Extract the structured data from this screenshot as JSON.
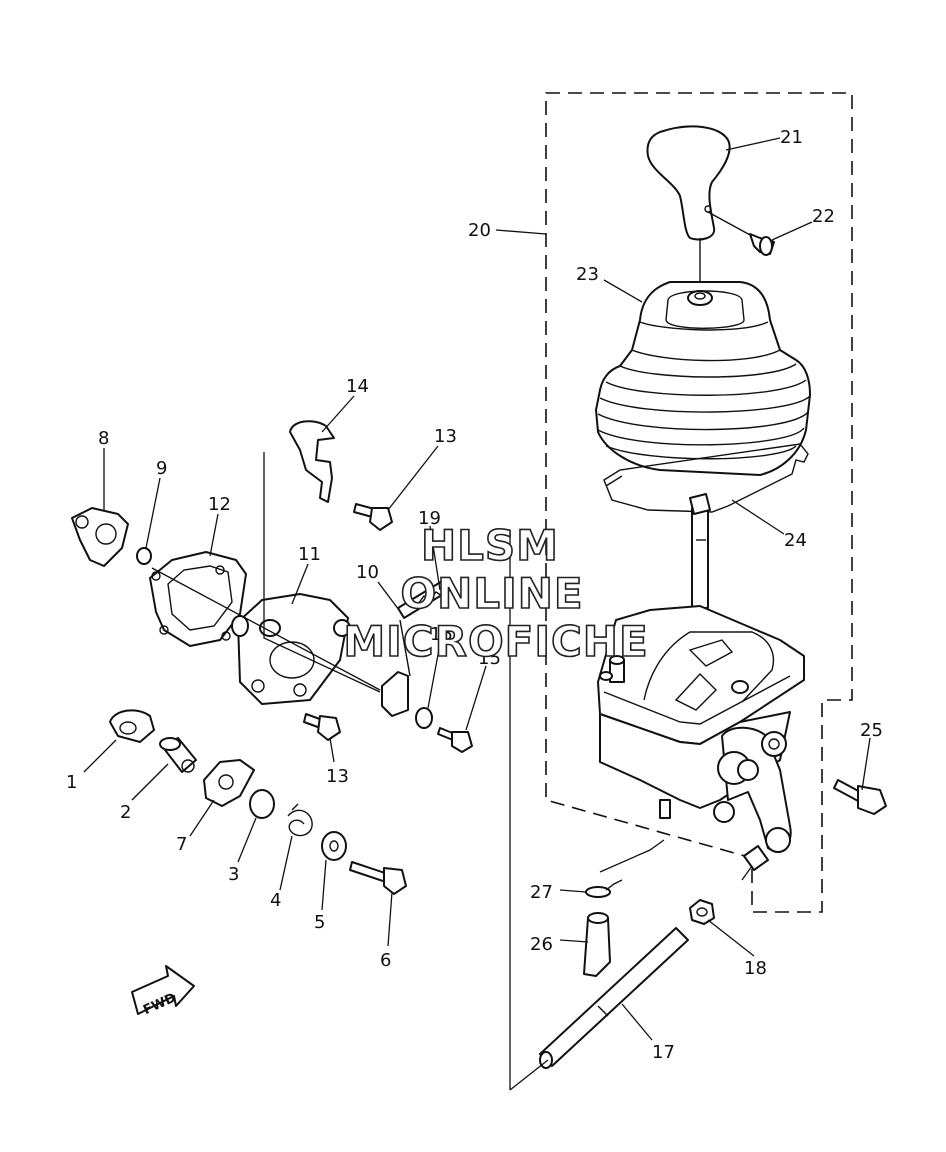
{
  "diagram": {
    "labels": {
      "p1": "1",
      "p2": "2",
      "p3": "3",
      "p4": "4",
      "p5": "5",
      "p6": "6",
      "p7": "7",
      "p8": "8",
      "p9": "9",
      "p10": "10",
      "p11": "11",
      "p12": "12",
      "p13a": "13",
      "p13b": "13",
      "p14": "14",
      "p15a": "15",
      "p15b": "15",
      "p17": "17",
      "p18": "18",
      "p19": "19",
      "p20": "20",
      "p21": "21",
      "p22": "22",
      "p23": "23",
      "p24": "24",
      "p25": "25",
      "p26": "26",
      "p27": "27"
    },
    "watermark": {
      "line1": "HLSM",
      "line2": "ONLINE",
      "line3": "MICROFICHE"
    },
    "fwd_label": "FWD"
  }
}
